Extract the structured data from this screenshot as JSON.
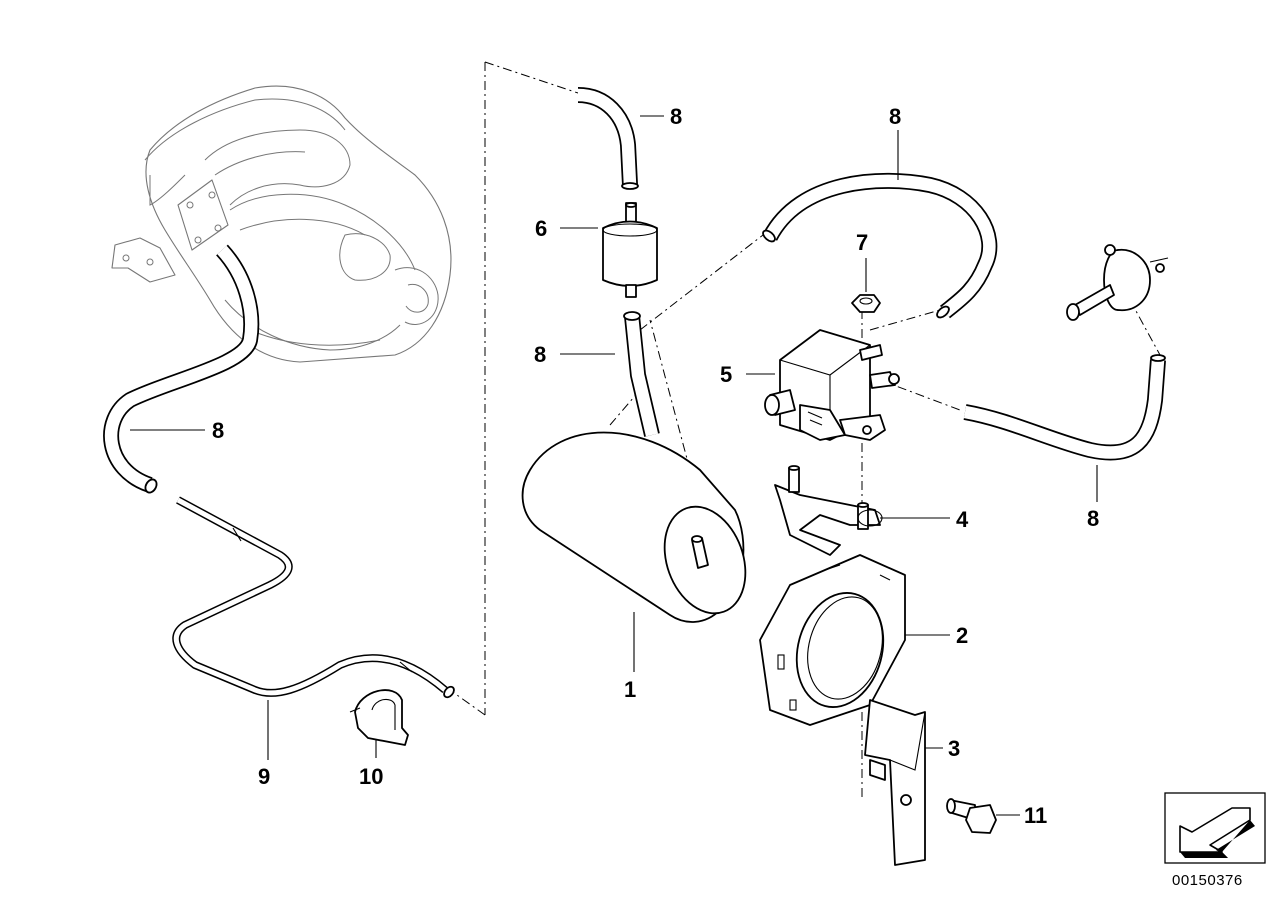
{
  "callouts": {
    "c1": "1",
    "c2": "2",
    "c3": "3",
    "c4": "4",
    "c5": "5",
    "c6": "6",
    "c7": "7",
    "c8_top_center": "8",
    "c8_top_right": "8",
    "c8_mid_center": "8",
    "c8_left": "8",
    "c8_right_low": "8",
    "c9": "9",
    "c10": "10",
    "c11": "11"
  },
  "document_id": "00150376",
  "icons": {
    "direction_arrow": "arrow-down-left-icon"
  },
  "colors": {
    "line": "#000000",
    "ghost_line": "#777777",
    "background": "#ffffff"
  }
}
